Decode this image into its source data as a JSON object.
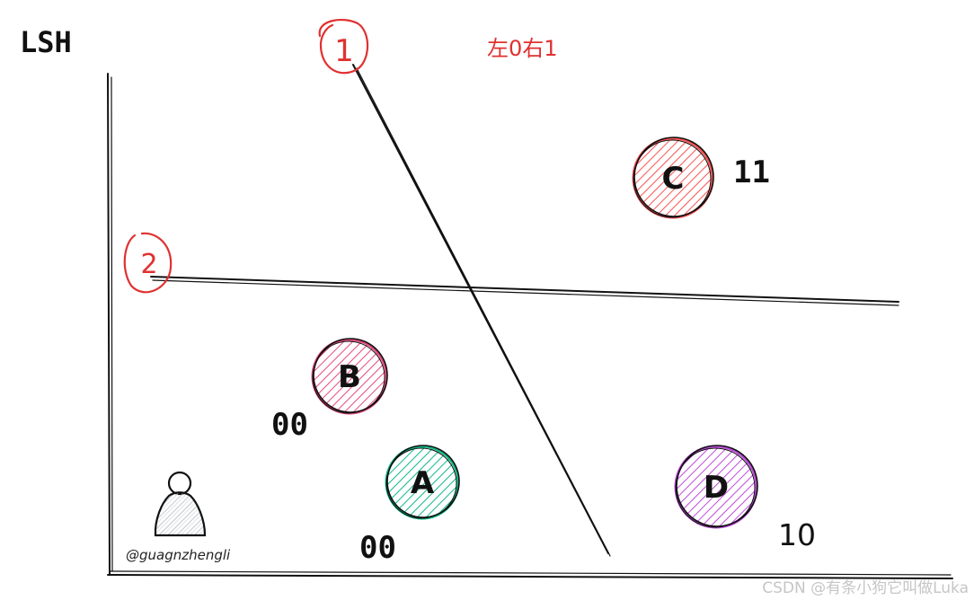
{
  "title": "LSH",
  "note": "左0右1",
  "hyperplanes": [
    {
      "label": "1"
    },
    {
      "label": "2"
    }
  ],
  "points": [
    {
      "label": "A",
      "code": "00",
      "color": "#12b886"
    },
    {
      "label": "B",
      "code": "00",
      "color": "#e64980"
    },
    {
      "label": "C",
      "code": "11",
      "color": "#fa5252"
    },
    {
      "label": "D",
      "code": "10",
      "color": "#be4bdb"
    }
  ],
  "credit": "@guagnzhengli",
  "watermark": "CSDN @有条小狗它叫做Luka",
  "colors": {
    "annotation": "#e03131",
    "ink": "#111111"
  }
}
